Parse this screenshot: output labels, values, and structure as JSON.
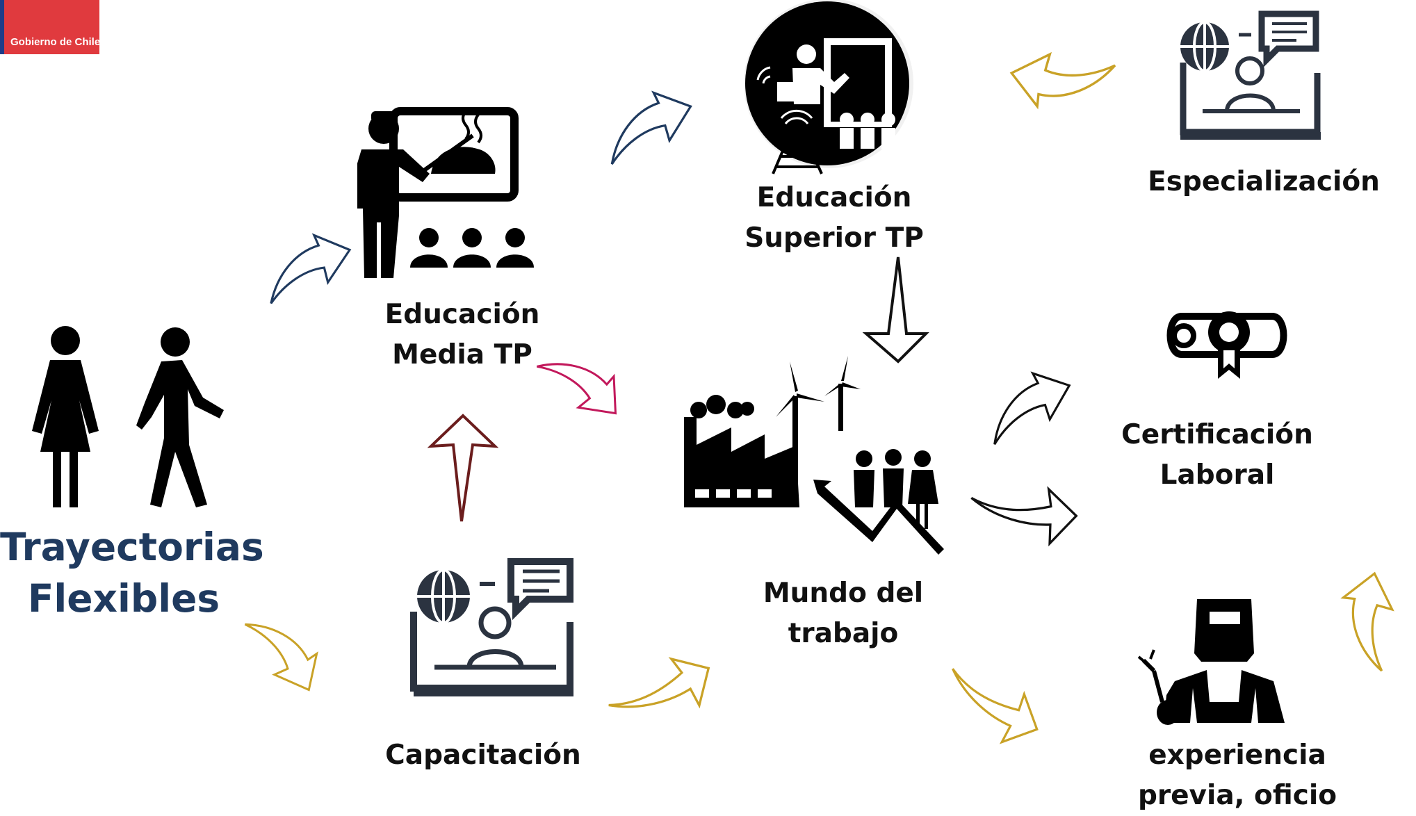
{
  "header": {
    "logo_text": "Gobierno de Chile"
  },
  "title": {
    "line1": "Trayectorias",
    "line2": "Flexibles"
  },
  "nodes": {
    "educacion_media": {
      "line1": "Educación",
      "line2": "Media TP"
    },
    "educacion_superior": {
      "line1": "Educación",
      "line2": "Superior TP"
    },
    "capacitacion": {
      "label": "Capacitación"
    },
    "mundo_trabajo": {
      "line1": "Mundo del",
      "line2": "trabajo"
    },
    "especializacion": {
      "label": "Especialización"
    },
    "certificacion": {
      "line1": "Certificación",
      "line2": "Laboral"
    },
    "experiencia": {
      "line1": "experiencia",
      "line2": "previa, oficio"
    }
  },
  "colors": {
    "title": "#1f3a5f",
    "arrow_blue": "#1f3a5f",
    "arrow_gold": "#c9a227",
    "arrow_magenta": "#c2185b",
    "arrow_maroon": "#6b1d1d",
    "arrow_black": "#111111"
  },
  "icons": [
    "woman-icon",
    "walking-man-icon",
    "teacher-chef-icon",
    "online-teacher-icon",
    "factory-wind-icon",
    "elearning-laptop-icon",
    "diploma-icon",
    "welder-icon"
  ]
}
